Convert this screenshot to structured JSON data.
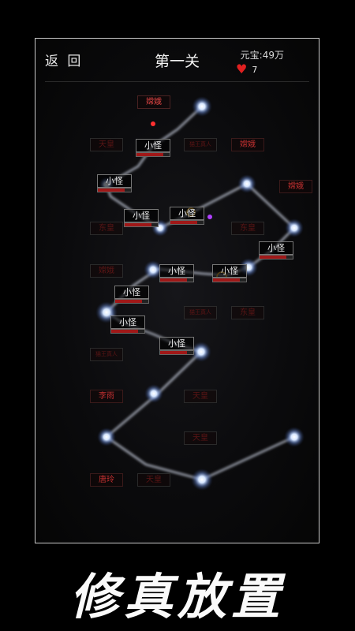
{
  "header": {
    "back_label": "返 回",
    "stage_title": "第一关",
    "currency_label": "元宝:49万",
    "lives": "7"
  },
  "slots": [
    "嫦娥",
    "天皇",
    "猫王真人",
    "嫦娥",
    "嫦娥",
    "东皇",
    "东皇",
    "嫦娥",
    "猫王真人",
    "东皇",
    "猫王真人",
    "李雨",
    "天皇",
    "天皇",
    "唐玲",
    "天皇"
  ],
  "monsters": [
    {
      "name": "小怪",
      "hp": 0.8
    },
    {
      "name": "小怪",
      "hp": 0.8
    },
    {
      "name": "小怪",
      "hp": 0.8
    },
    {
      "name": "小怪",
      "hp": 0.8
    },
    {
      "name": "小怪",
      "hp": 0.8
    },
    {
      "name": "小怪",
      "hp": 0.8
    },
    {
      "name": "小怪",
      "hp": 0.8
    },
    {
      "name": "小怪",
      "hp": 0.8
    },
    {
      "name": "小怪",
      "hp": 0.8
    },
    {
      "name": "小怪",
      "hp": 0.8
    }
  ],
  "game_title": "修真放置"
}
